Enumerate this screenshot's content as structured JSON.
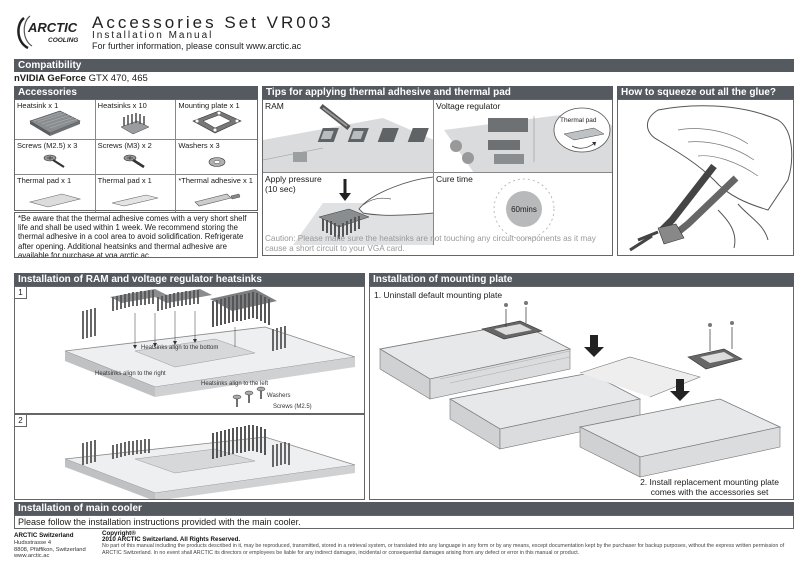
{
  "header": {
    "logo_top": "ARCTIC",
    "logo_bottom": "COOLING",
    "title": "Accessories Set VR003",
    "subtitle": "Installation Manual",
    "info": "For further information, please consult www.arctic.ac"
  },
  "compatibility": {
    "title": "Compatibility",
    "brand": "nVIDIA GeForce",
    "models": " GTX 470, 465"
  },
  "accessories": {
    "title": "Accessories",
    "items": [
      {
        "label": "Heatsink x 1"
      },
      {
        "label": "Heatsinks x 10"
      },
      {
        "label": "Mounting plate x 1"
      },
      {
        "label": "Screws (M2.5) x 3"
      },
      {
        "label": "Screws (M3) x 2"
      },
      {
        "label": "Washers x 3"
      },
      {
        "label": "Thermal pad x 1"
      },
      {
        "label": "Thermal pad x 1"
      },
      {
        "label": "*Thermal adhesive x 1"
      }
    ],
    "note": "*Be aware that the thermal adhesive comes with a very short shelf life and shall be used within 1 week. We recommend storing the thermal adhesive in a cool area to avoid solidification. Refrigerate after opening. Additional heatsinks and thermal adhesive are available for purchase at vga.arctic.ac"
  },
  "tips": {
    "title": "Tips for applying thermal adhesive and thermal pad",
    "ram": "RAM",
    "voltage": "Voltage regulator",
    "thermal_pad": "Thermal pad",
    "pressure": "Apply pressure\n(10 sec)",
    "cure": "Cure time",
    "cure_value": "60mins",
    "caution": "Caution: Please make sure the heatsinks are not touching any circuit components as it may cause a short circuit to your VGA card."
  },
  "squeeze": {
    "title": "How to squeeze out all the glue?"
  },
  "ram_install": {
    "title": "Installation of RAM and voltage regulator heatsinks",
    "step1": "1",
    "step2": "2",
    "annot_bottom": "Heatsinks align to the bottom",
    "annot_right": "Heatsinks align to the right",
    "annot_left": "Heatsinks align to the left",
    "washers": "Washers",
    "screws": "Screws (M2.5)"
  },
  "mounting": {
    "title": "Installation of mounting plate",
    "step1": "1. Uninstall default mounting plate",
    "step2": "2. Install replacement mounting plate\ncomes with the accessories set"
  },
  "main_cooler": {
    "title": "Installation of main cooler",
    "text": "Please follow the installation instructions provided with the main cooler."
  },
  "footer": {
    "company": "ARCTIC Switzerland",
    "street": "Hudsstrasse 4",
    "city": "8808, Pfäffikon, Switzerland",
    "web": "www.arctic.ac",
    "copyright_label": "Copyright®",
    "copyright": "2010 ARCTIC Switzerland. All Rights Reserved.",
    "legal": "No part of this manual including the products described in it, may be reproduced, transmitted, stored in a retrieval system, or translated into any language in any form or by any means, except documentation kept by the purchaser for backup purposes, without the express written permission of ARCTIC Switzerland. In no event shall ARCTIC its directors or employees be liable for any indirect damages, incidental or consequential damages arising from any defect or error in this manual or product."
  }
}
